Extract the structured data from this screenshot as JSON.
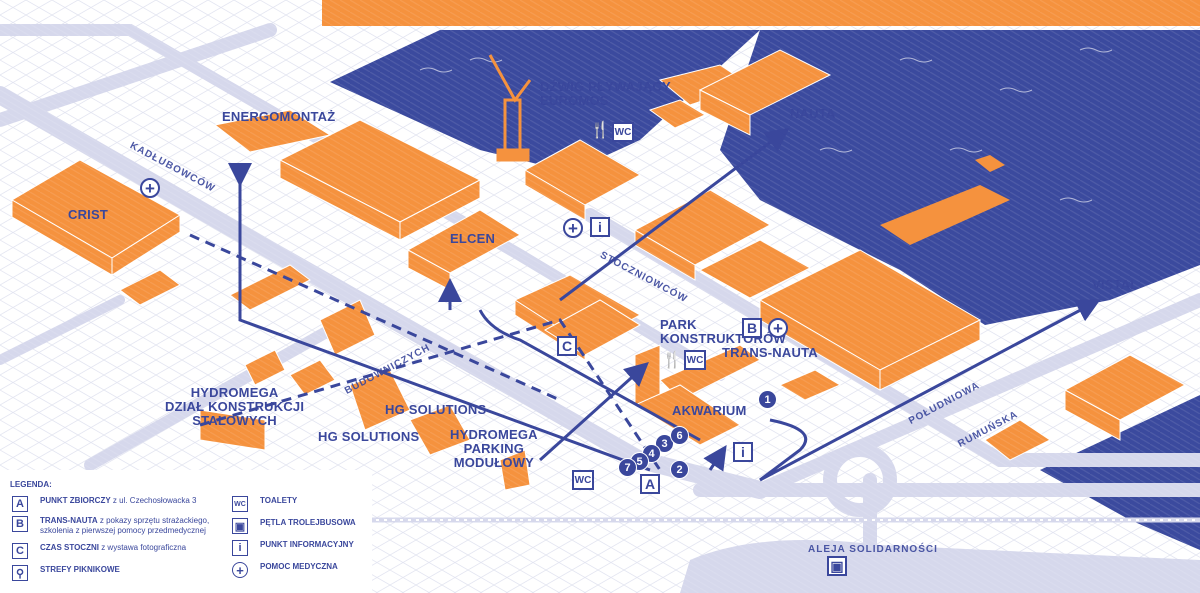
{
  "colors": {
    "water": "#3b4a9e",
    "building": "#f5923e",
    "road": "#d6d8ec",
    "route": "#3a479c",
    "banner": "#f5923e"
  },
  "places": {
    "crist": "CRIST",
    "energomontaz": "ENERGOMONTAŻ",
    "dzwig": [
      "DŹWIG PŁYWAJĄCY",
      "EUROMOS"
    ],
    "nauta": "NAUTA",
    "elcen": "ELCEN",
    "vistal": "VISTAL",
    "park": [
      "PARK",
      "KONSTRUKTORÓW"
    ],
    "trans_nauta": "TRANS-NAUTA",
    "akwarium": "AKWARIUM",
    "hydromega_konstr": [
      "HYDROMEGA",
      "DZIAŁ KONSTRUKCJI",
      "STALOWYCH"
    ],
    "hg1": "HG SOLUTIONS",
    "hg2": "HG SOLUTIONS",
    "hydromega_parking": [
      "HYDROMEGA",
      "PARKING",
      "MODUŁOWY"
    ]
  },
  "streets": {
    "kadlubowcow": "KADŁUBOWCÓW",
    "stoczniowcow": "STOCZNIOWCÓW",
    "budowniczych": "BUDOWNICZYCH",
    "poludniowa": "POŁUDNIOWA",
    "rumunska": "RUMUŃSKA",
    "solidarnosci": "ALEJA SOLIDARNOŚCI"
  },
  "markers": {
    "a": "A",
    "b": "B",
    "c": "C",
    "wc": "WC",
    "info": "i",
    "plus": "+",
    "route_numbers": [
      "1",
      "2",
      "3",
      "4",
      "5",
      "6",
      "7"
    ]
  },
  "legend": {
    "title": "LEGENDA:",
    "left": [
      {
        "badge": "A",
        "name": "PUNKT ZBIORCZY",
        "desc": " z ul. Czechosłowacka 3"
      },
      {
        "badge": "B",
        "name": "TRANS-NAUTA",
        "desc": " z pokazy sprzętu strażackiego, szkolenia z pierwszej pomocy przedmedycznej"
      },
      {
        "badge": "C",
        "name": "CZAS STOCZNI",
        "desc": " z wystawa fotograficzna"
      },
      {
        "badge": "",
        "name": "STREFY PIKNIKOWE",
        "desc": ""
      }
    ],
    "right": [
      {
        "badge": "WC",
        "name": "TOALETY",
        "desc": ""
      },
      {
        "badge": "",
        "name": "PĘTLA TROLEJBUSOWA",
        "desc": ""
      },
      {
        "badge": "i",
        "name": "PUNKT INFORMACYJNY",
        "desc": ""
      },
      {
        "badge": "+",
        "name": "POMOC MEDYCZNA",
        "desc": ""
      }
    ]
  }
}
